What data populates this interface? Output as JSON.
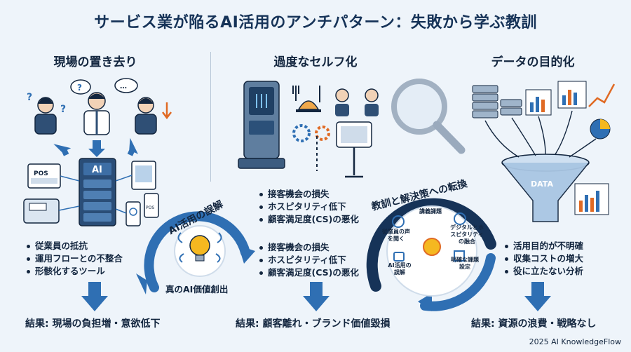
{
  "title": "サービス業が陥るAI活用のアンチパターン：失敗から学ぶ教訓",
  "columns": [
    {
      "heading": "現場の置き去り",
      "bullets": [
        "従業員の抵抗",
        "運用フローとの不整合",
        "形骸化するツール"
      ],
      "result": "結果: 現場の負担増・意欲低下"
    },
    {
      "heading": "過度なセルフ化",
      "bullets_a": [
        "接客機会の損失",
        "ホスピタリティ低下",
        "顧客満足度(CS)の悪化"
      ],
      "bullets_b": [
        "接客機会の損失",
        "ホスピタリティ低下",
        "顧客満足度(CS)の悪化"
      ],
      "result": "結果: 顧客離れ・ブランド価値毀損"
    },
    {
      "heading": "データの目的化",
      "bullets": [
        "活用目的が不明確",
        "収集コストの増大",
        "役に立たない分析"
      ],
      "result": "結果: 資源の浪費・戦略なし"
    }
  ],
  "left_cycle": {
    "arc_label": "AI活用の誤解",
    "center_label": "真のAI価値創出"
  },
  "right_cycle": {
    "arc_label": "教訓と解決策への転換",
    "items": [
      "講義課題",
      "従業員の声を聞く",
      "デジタルとホスピタリティの融合",
      "AI活用の誤解",
      "明確な課題設定"
    ]
  },
  "device_labels": {
    "pos": "POS",
    "ai": "AI",
    "pos_small": "POS",
    "data": "DATA"
  },
  "footer": "2025 AI KnowledgeFlow",
  "colors": {
    "navy": "#163358",
    "blue": "#2f6fb3",
    "light_blue": "#4e8fd0",
    "accent_yellow": "#f5b820",
    "orange": "#e06a24"
  }
}
